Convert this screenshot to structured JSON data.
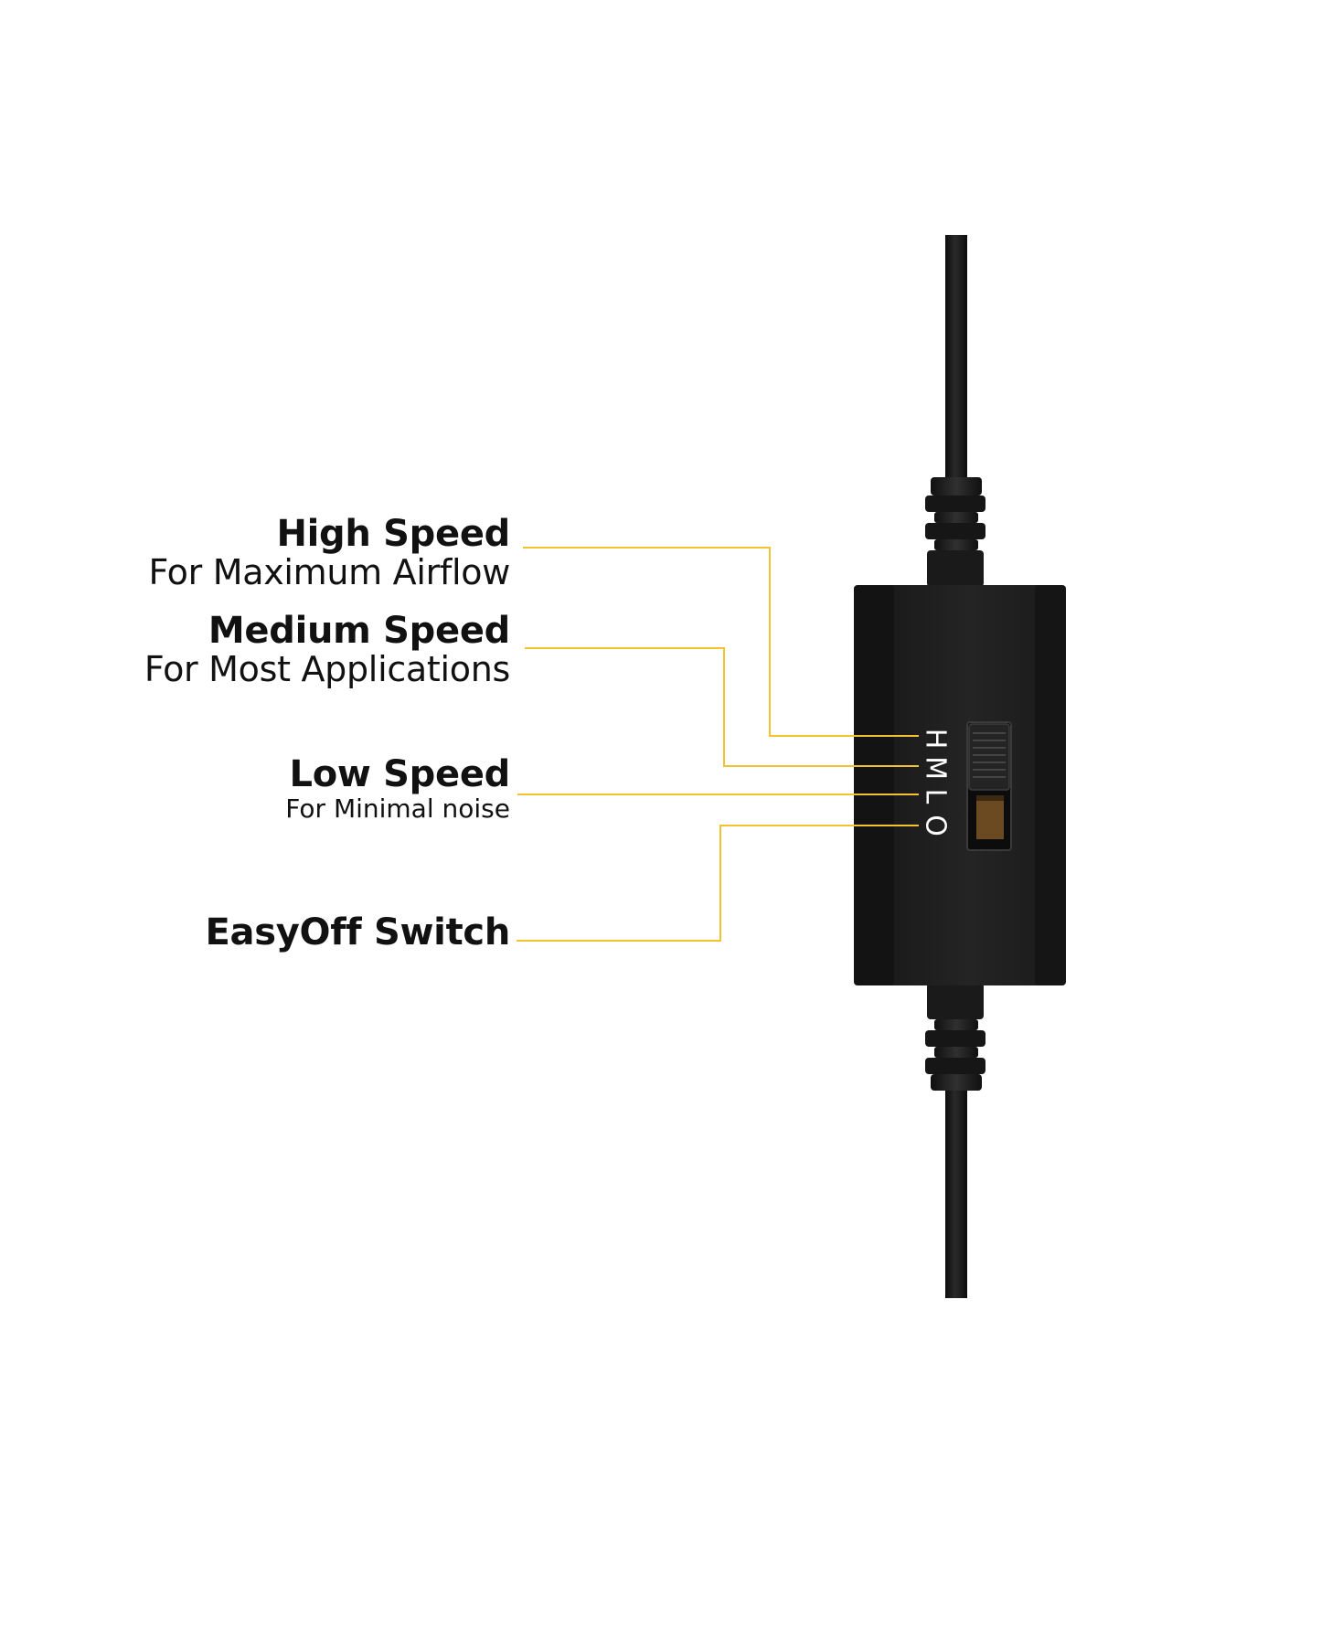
{
  "colors": {
    "leader_line": "#f2c230",
    "device_body": "#1c1c1c",
    "cable": "#151515",
    "position_letters": "#ffffff",
    "slider_window": "#6b4a22"
  },
  "labels": {
    "high": {
      "title": "High Speed",
      "subtitle": "For Maximum Airflow"
    },
    "medium": {
      "title": "Medium Speed",
      "subtitle": "For Most Applications"
    },
    "low": {
      "title": "Low Speed",
      "subtitle": "For Minimal noise"
    },
    "off": {
      "title": "EasyOff Switch"
    }
  },
  "switch_positions": [
    "H",
    "M",
    "L",
    "O"
  ],
  "selected_position": "H"
}
